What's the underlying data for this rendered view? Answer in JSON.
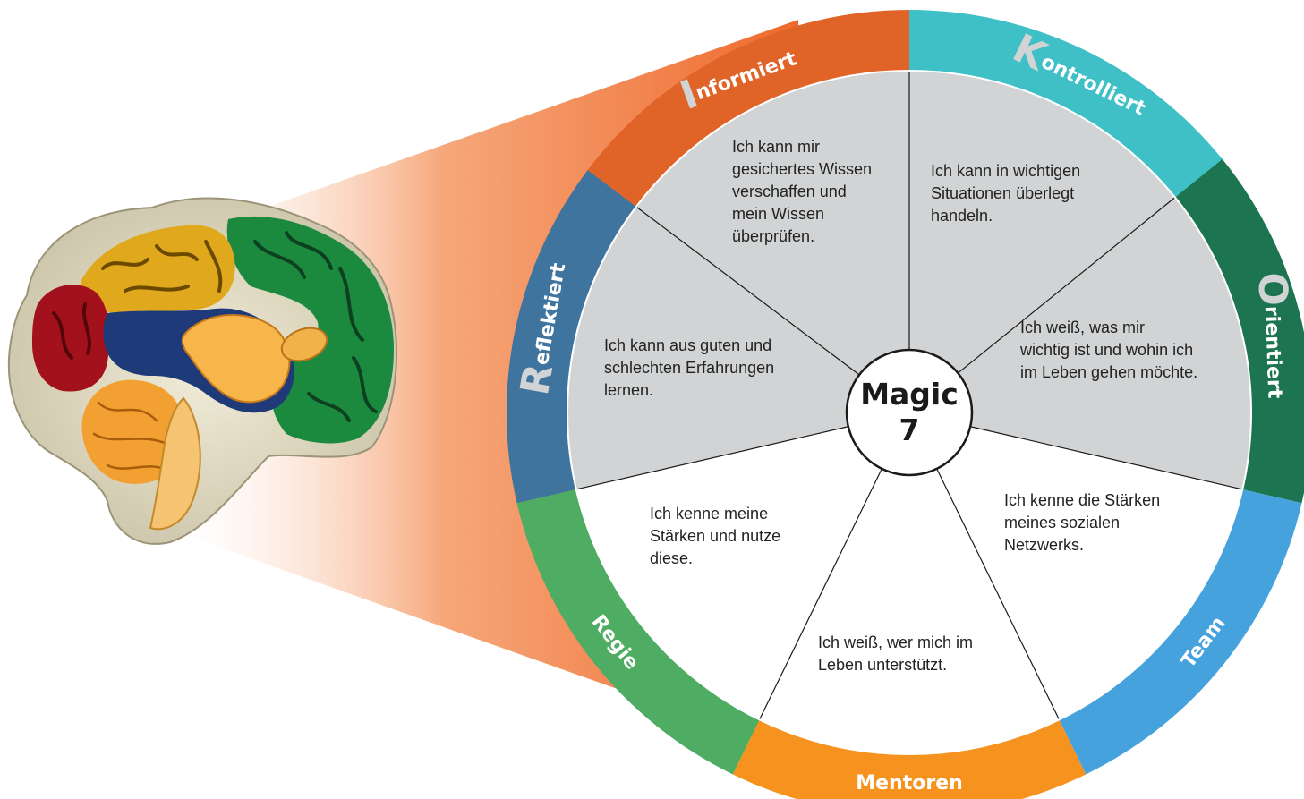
{
  "center": {
    "line1": "Magic",
    "line2": "7"
  },
  "segments": [
    {
      "key": "informiert",
      "initial": "I",
      "rest": "nformiert",
      "ring_color": "#e06328",
      "inner_color": "#d1d3d4",
      "text": [
        "Ich kann mir",
        "gesichertes Wissen",
        "verschaffen und",
        "mein Wissen",
        "überprüfen."
      ]
    },
    {
      "key": "kontrolliert",
      "initial": "K",
      "rest": "ontrolliert",
      "ring_color": "#3fbfc6",
      "inner_color": "#d1d3d4",
      "text": [
        "Ich kann in wichtigen",
        "Situationen überlegt",
        "handeln."
      ]
    },
    {
      "key": "orientiert",
      "initial": "O",
      "rest": "rientiert",
      "ring_color": "#1c7550",
      "inner_color": "#d1d3d4",
      "text": [
        "Ich weiß, was mir",
        "wichtig ist und wohin ich",
        "im Leben gehen möchte."
      ]
    },
    {
      "key": "team",
      "initial": "",
      "rest": "Team",
      "ring_color": "#45a2dc",
      "inner_color": "#ffffff",
      "text": [
        "Ich kenne die Stärken",
        "meines sozialen",
        "Netzwerks."
      ]
    },
    {
      "key": "mentoren",
      "initial": "",
      "rest": "Mentoren",
      "ring_color": "#f6921e",
      "inner_color": "#ffffff",
      "text": [
        "Ich weiß, wer mich im",
        "Leben unterstützt."
      ]
    },
    {
      "key": "regie",
      "initial": "",
      "rest": "Regie",
      "ring_color": "#4fac63",
      "inner_color": "#ffffff",
      "text": [
        "Ich kenne meine",
        "Stärken und nutze",
        "diese."
      ]
    },
    {
      "key": "reflektiert",
      "initial": "R",
      "rest": "eflektiert",
      "ring_color": "#3e749e",
      "inner_color": "#d1d3d4",
      "text": [
        "Ich kann aus guten und",
        "schlechten Erfahrungen",
        "lernen."
      ]
    }
  ],
  "colors": {
    "initial_letters": "#d1d3d4",
    "spotlight_start": "#ef6a2e",
    "spotlight_end": "#ffffff",
    "divider_lines": "#1a1a1a"
  },
  "brain": {
    "region_colors": {
      "frontal_green": "#1c8a3e",
      "parietal_yellow": "#e0a81c",
      "occipital_red": "#a3121c",
      "cerebellum_orange": "#f3a033",
      "temporal_blue": "#1f3a78",
      "limbic_orange": "#f7b54a"
    }
  }
}
